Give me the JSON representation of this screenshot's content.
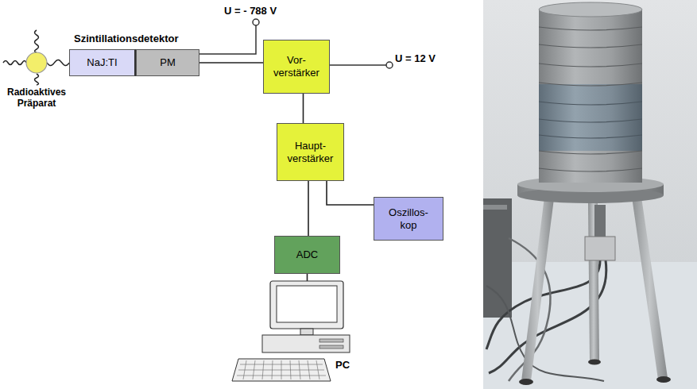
{
  "diagram": {
    "nodes": [
      {
        "text": [
          "Radioaktives Präparat"
        ]
      },
      {
        "text": [
          "NaJ:TI"
        ]
      },
      {
        "text": [
          "PM"
        ]
      },
      {
        "text": [
          "Vor- verstärker"
        ]
      },
      {
        "text": [
          "Haupt- verstärker"
        ]
      },
      {
        "text": [
          "Oszillos- kop"
        ]
      },
      {
        "text": [
          "ADC"
        ]
      },
      {
        "text": [
          "PC"
        ]
      }
    ],
    "edges": [
      {
        "from": 0,
        "to": 1,
        "arrow": "none"
      },
      {
        "from": 2,
        "to": 3,
        "arrow": "none"
      },
      {
        "from": 3,
        "to": 4,
        "arrow": "none"
      },
      {
        "from": 4,
        "to": 5,
        "arrow": "none"
      },
      {
        "from": 4,
        "to": 6,
        "arrow": "none"
      },
      {
        "from": 6,
        "to": 7,
        "arrow": "none"
      }
    ],
    "labels": [
      "Szintillationsdetektor",
      "U = - 788 V",
      "U = 12 V"
    ]
  }
}
